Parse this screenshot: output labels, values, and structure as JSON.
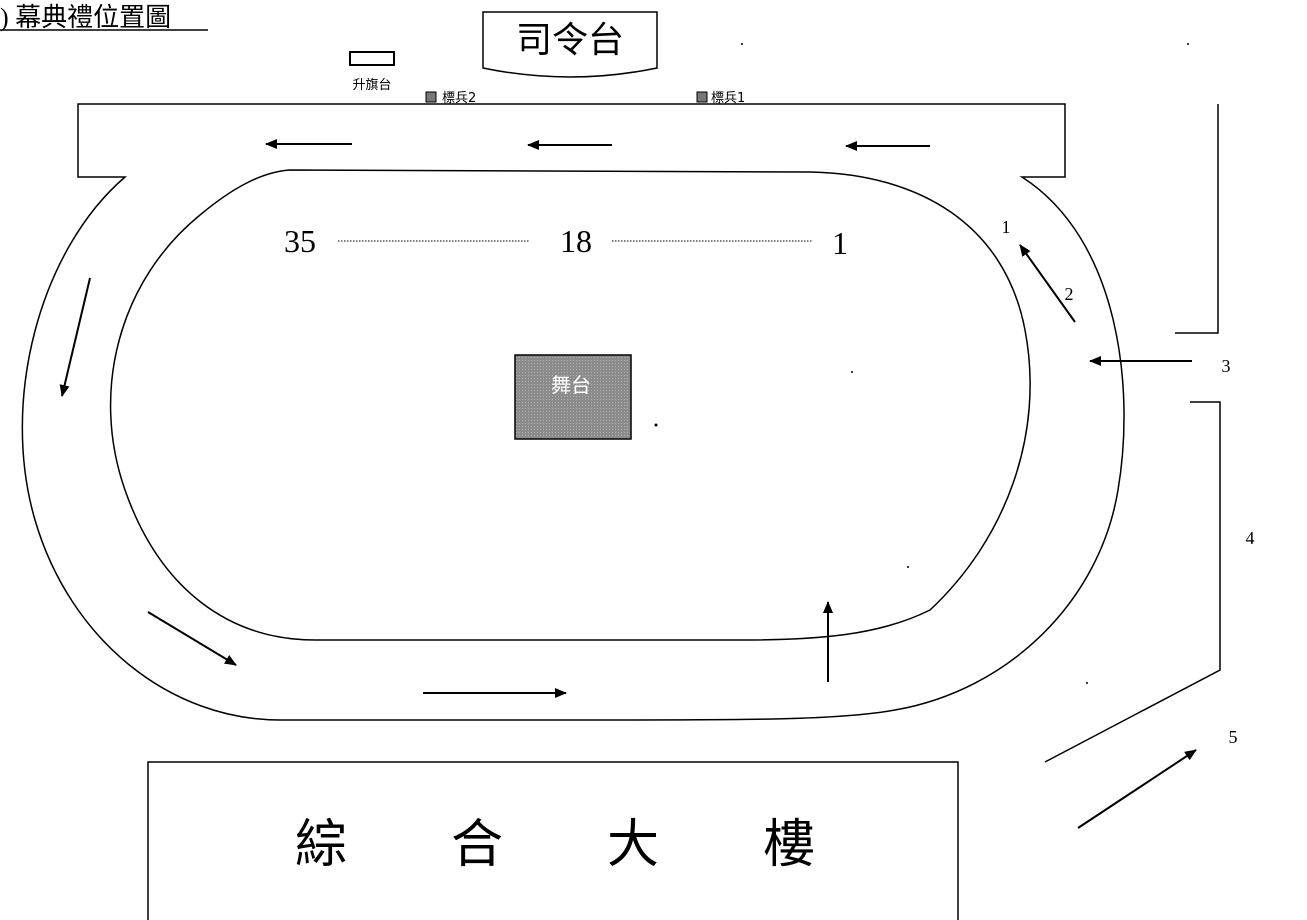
{
  "page_title": ") 幕典禮位置圖",
  "podium_label": "司令台",
  "flag_platform_label": "升旗台",
  "marker_2_label": "標兵2",
  "marker_1_label": "標兵1",
  "stage_label": "舞台",
  "row_labels": {
    "left": "35",
    "middle": "18",
    "right": "1"
  },
  "entry_step_labels": {
    "step1": "1",
    "step2": "2",
    "step3": "3",
    "step4": "4",
    "step5": "5"
  },
  "building_label": "綜　　合　　大　　樓",
  "colors": {
    "line": "#000000",
    "stage_fill": "#8c8c8c",
    "stage_text": "#ffffff",
    "background": "#ffffff"
  }
}
